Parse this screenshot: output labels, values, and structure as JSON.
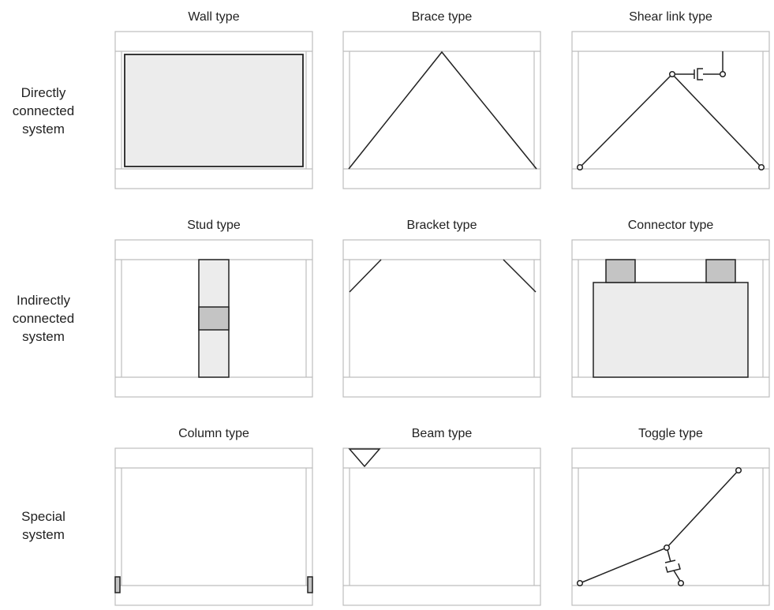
{
  "row_labels": [
    {
      "key": "direct",
      "lines": [
        "Directly",
        "connected",
        "system"
      ]
    },
    {
      "key": "indirect",
      "lines": [
        "Indirectly",
        "connected",
        "system"
      ]
    },
    {
      "key": "special",
      "lines": [
        "Special",
        "system"
      ]
    }
  ],
  "panels": {
    "wall": {
      "title": "Wall type"
    },
    "brace": {
      "title": "Brace type"
    },
    "shear_link": {
      "title": "Shear link type"
    },
    "stud": {
      "title": "Stud type"
    },
    "bracket": {
      "title": "Bracket type"
    },
    "connector": {
      "title": "Connector type"
    },
    "column": {
      "title": "Column type"
    },
    "beam": {
      "title": "Beam type"
    },
    "toggle": {
      "title": "Toggle type"
    }
  },
  "colors": {
    "frame": "#bdbdbd",
    "line": "#222222",
    "fill_light": "#ececec",
    "fill_dark": "#c4c4c4"
  }
}
